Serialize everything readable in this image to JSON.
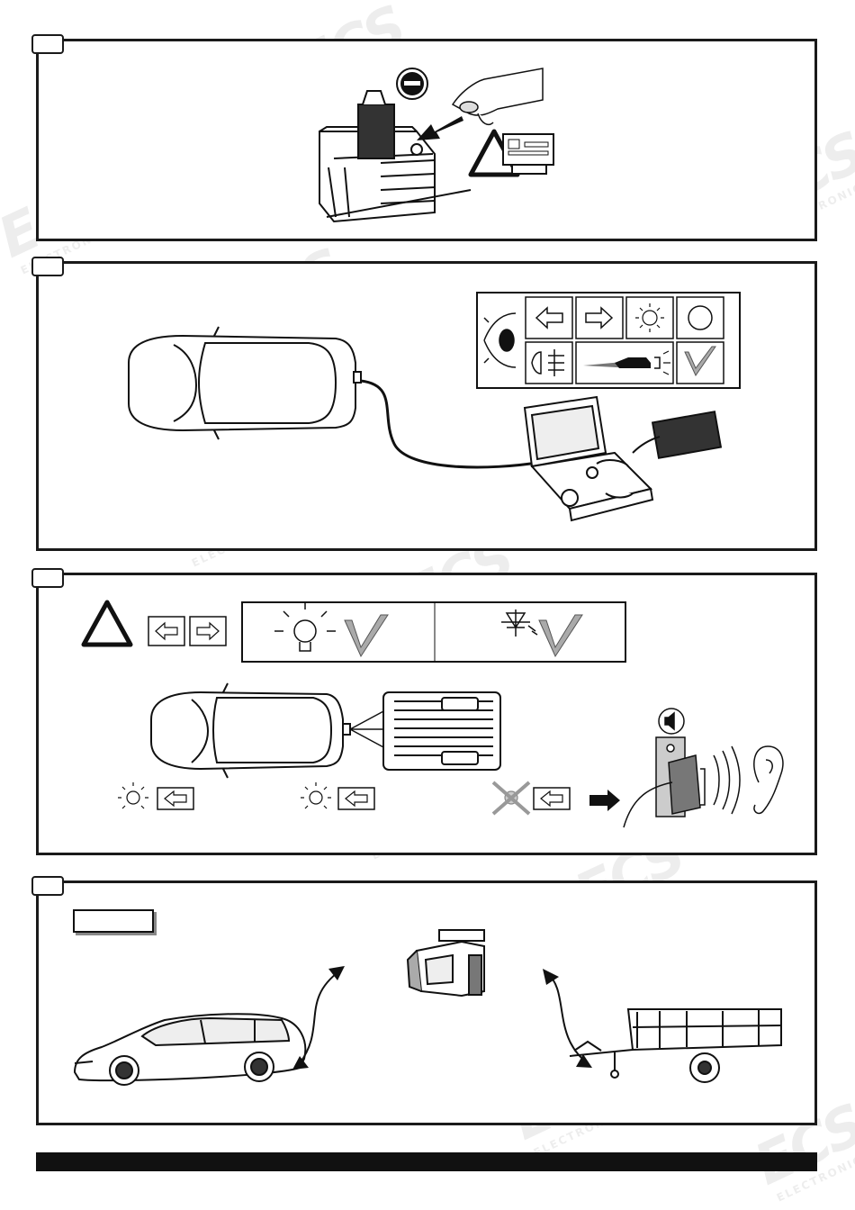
{
  "watermark": {
    "brand": "ECS",
    "sub": "ELECTRONICS"
  },
  "steps": [
    {
      "id": "step-1",
      "number": ""
    },
    {
      "id": "step-2",
      "number": ""
    },
    {
      "id": "step-3",
      "number": ""
    },
    {
      "id": "step-4",
      "number": ""
    }
  ],
  "step4_label": "",
  "icons": {
    "battery": "battery-icon",
    "minus": "minus-terminal-icon",
    "warning": "warning-triangle-icon",
    "radio": "radio-icon",
    "eye": "eye-icon",
    "arrow_left": "indicator-left-icon",
    "arrow_right": "indicator-right-icon",
    "bulb": "bulb-icon",
    "circle": "circle-icon",
    "fog": "fog-light-icon",
    "reverse": "reverse-light-icon",
    "check": "checkmark-icon",
    "tester": "tester-case-icon",
    "led": "led-icon",
    "buzzer": "buzzer-icon",
    "speaker": "speaker-icon",
    "ear": "ear-icon",
    "socket": "socket-icon",
    "car": "car-icon",
    "trailer": "trailer-icon"
  }
}
